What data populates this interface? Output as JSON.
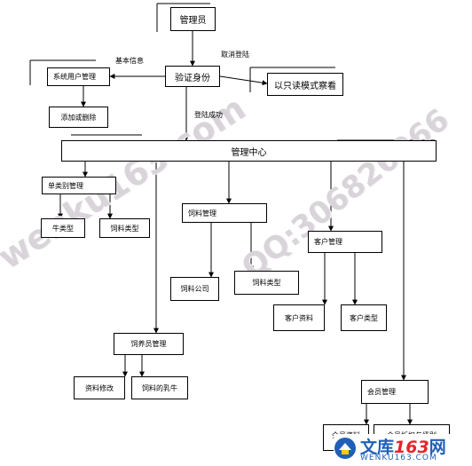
{
  "nodes": {
    "admin": "管理员",
    "verify": "验证身份",
    "user_mgmt": "系统用户管理",
    "add_delete": "添加或删除",
    "readonly": "以只读模式察看",
    "center": "管理中心",
    "category_mgmt": "单类别管理",
    "cattle_type": "牛类型",
    "feed_type_a": "饲料类型",
    "feed_mgmt": "饲料管理",
    "feed_company": "饲料公司",
    "feed_type_b": "饲料类型",
    "customer_mgmt": "客户管理",
    "customer_info": "客户资料",
    "customer_type": "客户类型",
    "breeder_mgmt": "饲养员管理",
    "info_edit": "资料修改",
    "feed_milk": "饲料的乳牛",
    "member_mgmt": "会员管理",
    "member_info": "会员资料",
    "member_level": "会员折扣与级别"
  },
  "edge_labels": {
    "basic_info": "基本信息",
    "cancel_login": "取消登陆",
    "login_success": "登陆成功"
  },
  "watermarks": {
    "site": "wenku163.com",
    "qq": "QQ:306826066"
  },
  "logo": {
    "text_main": "文库",
    "text_num": "163",
    "text_suffix": "网",
    "sub": "WENKU163.COM"
  }
}
